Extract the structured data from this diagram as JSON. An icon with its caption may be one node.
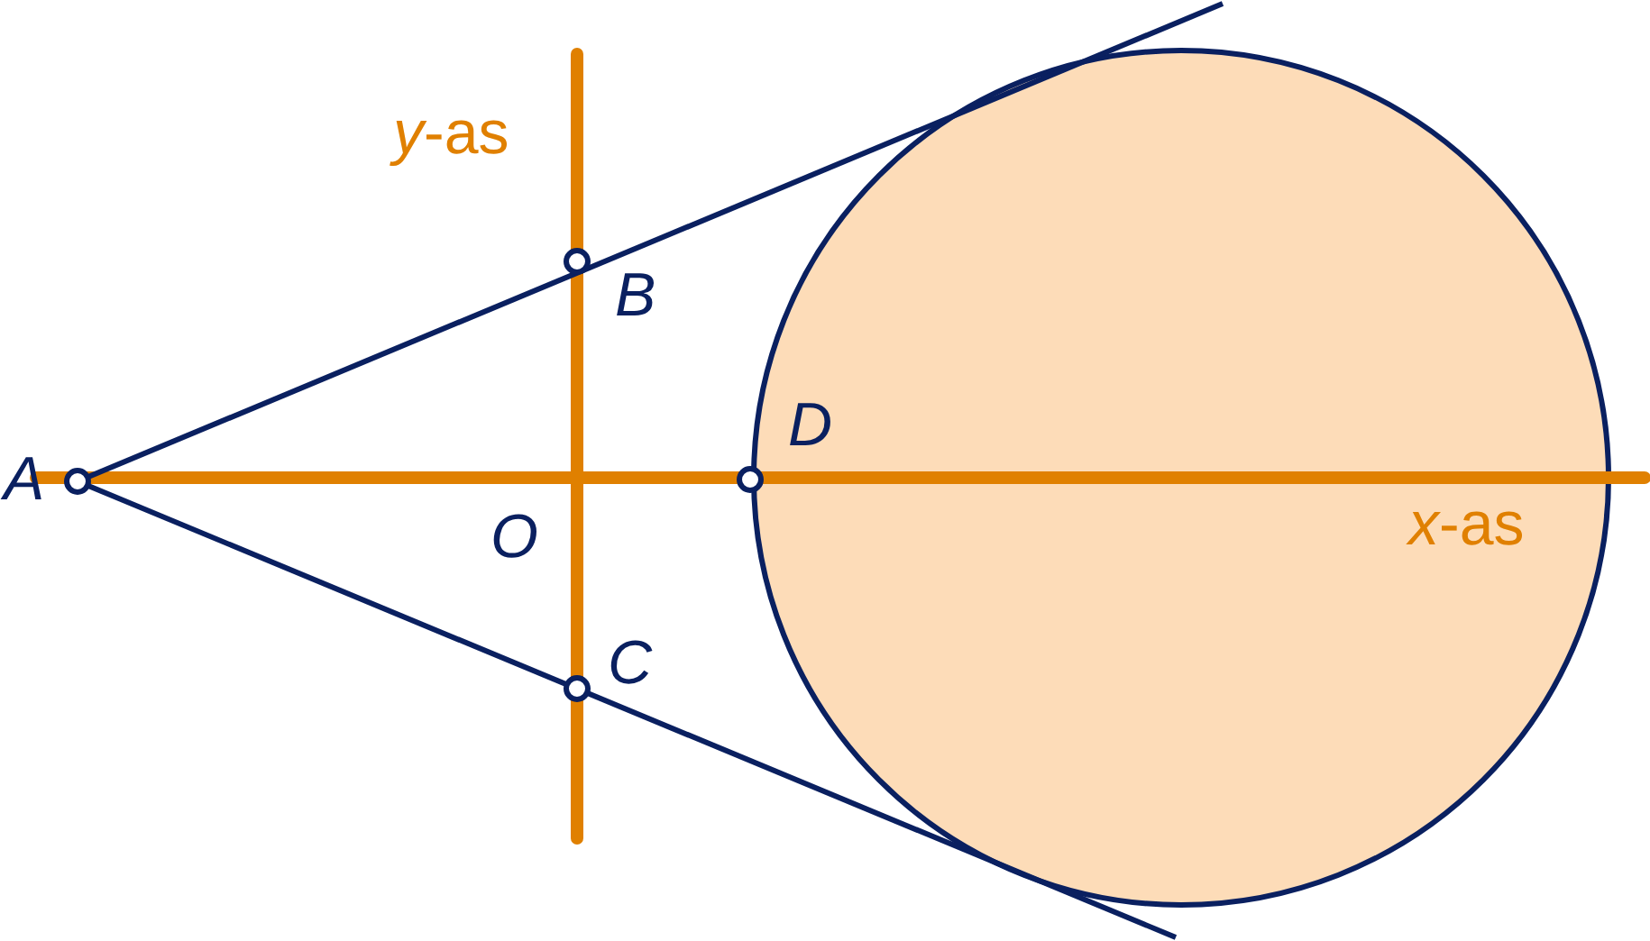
{
  "diagram": {
    "labels": [
      "*y*-as",
      "B",
      "D",
      "A",
      "O",
      "*x*-as",
      "C"
    ]
  }
}
